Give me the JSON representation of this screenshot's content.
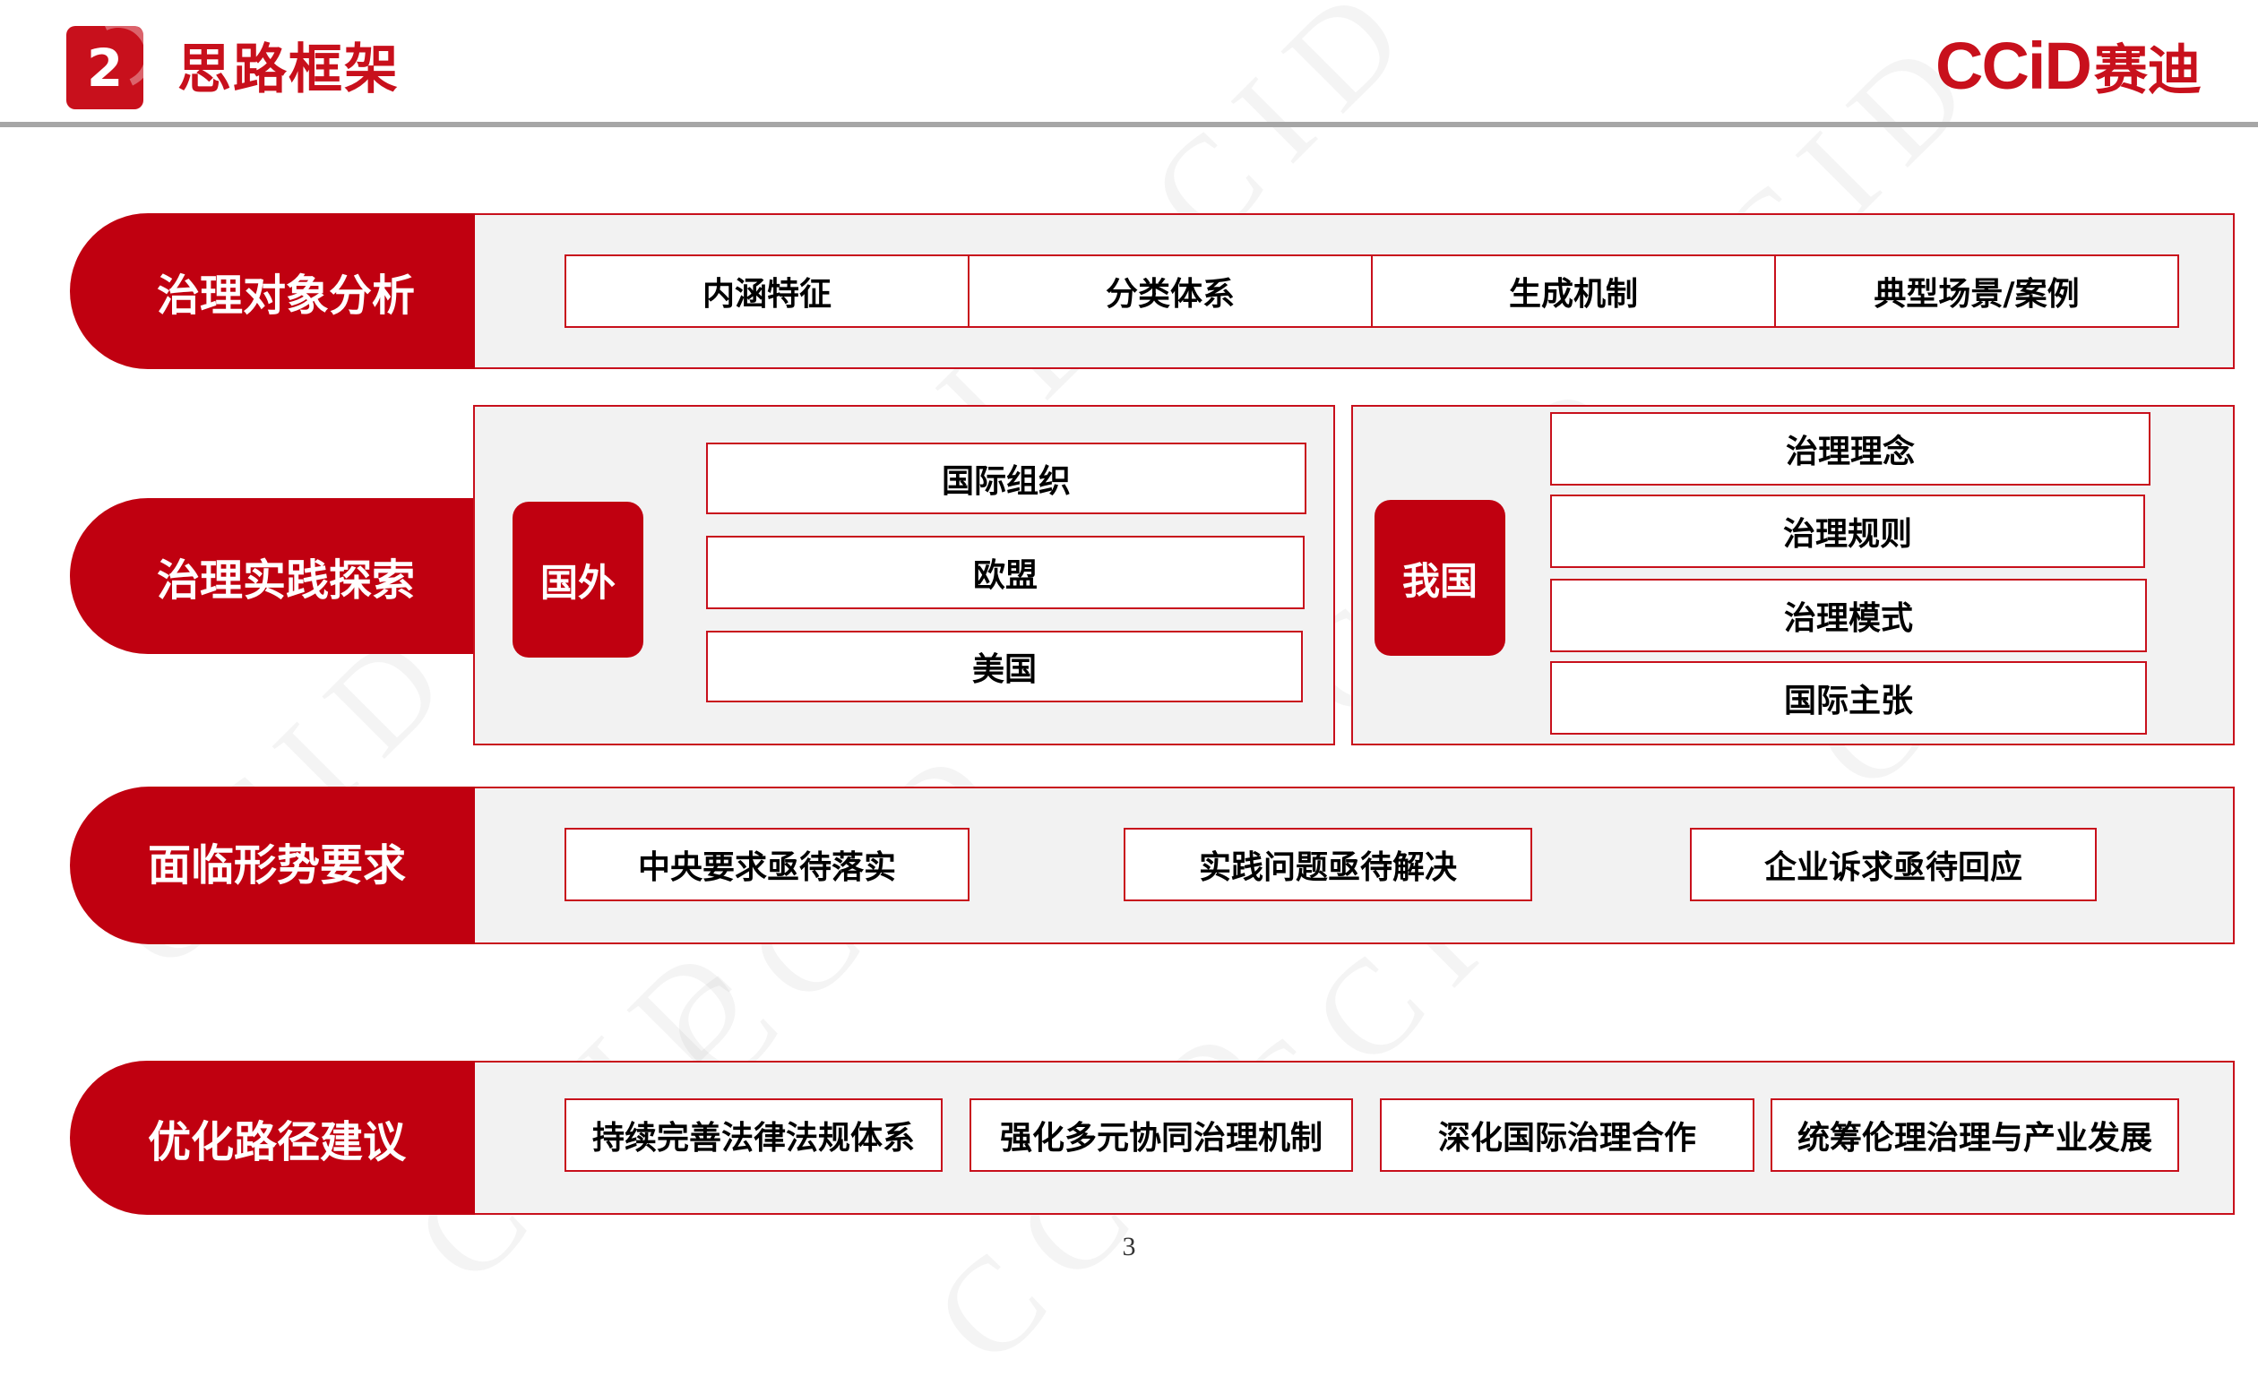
{
  "header": {
    "section_number": "2",
    "title": "思路框架",
    "logo_latin": "CCiD",
    "logo_cn": "赛迪"
  },
  "watermark_text": "CCID",
  "sections": {
    "analysis": {
      "label": "治理对象分析",
      "items": [
        "内涵特征",
        "分类体系",
        "生成机制",
        "典型场景/案例"
      ]
    },
    "practice": {
      "label": "治理实践探索",
      "foreign": {
        "tag": "国外",
        "items": [
          "国际组织",
          "欧盟",
          "美国"
        ]
      },
      "domestic": {
        "tag": "我国",
        "items": [
          "治理理念",
          "治理规则",
          "治理模式",
          "国际主张"
        ]
      }
    },
    "situation": {
      "label": "面临形势要求",
      "items": [
        "中央要求亟待落实",
        "实践问题亟待解决",
        "企业诉求亟待回应"
      ]
    },
    "optimization": {
      "label": "优化路径建议",
      "items": [
        "持续完善法律法规体系",
        "强化多元协同治理机制",
        "深化国际治理合作",
        "统筹伦理治理与产业发展"
      ]
    }
  },
  "page_number": "3",
  "colors": {
    "brand_red": "#c8101c",
    "panel_bg": "#f2f2f2",
    "rule_gray": "#a6a6a6"
  }
}
